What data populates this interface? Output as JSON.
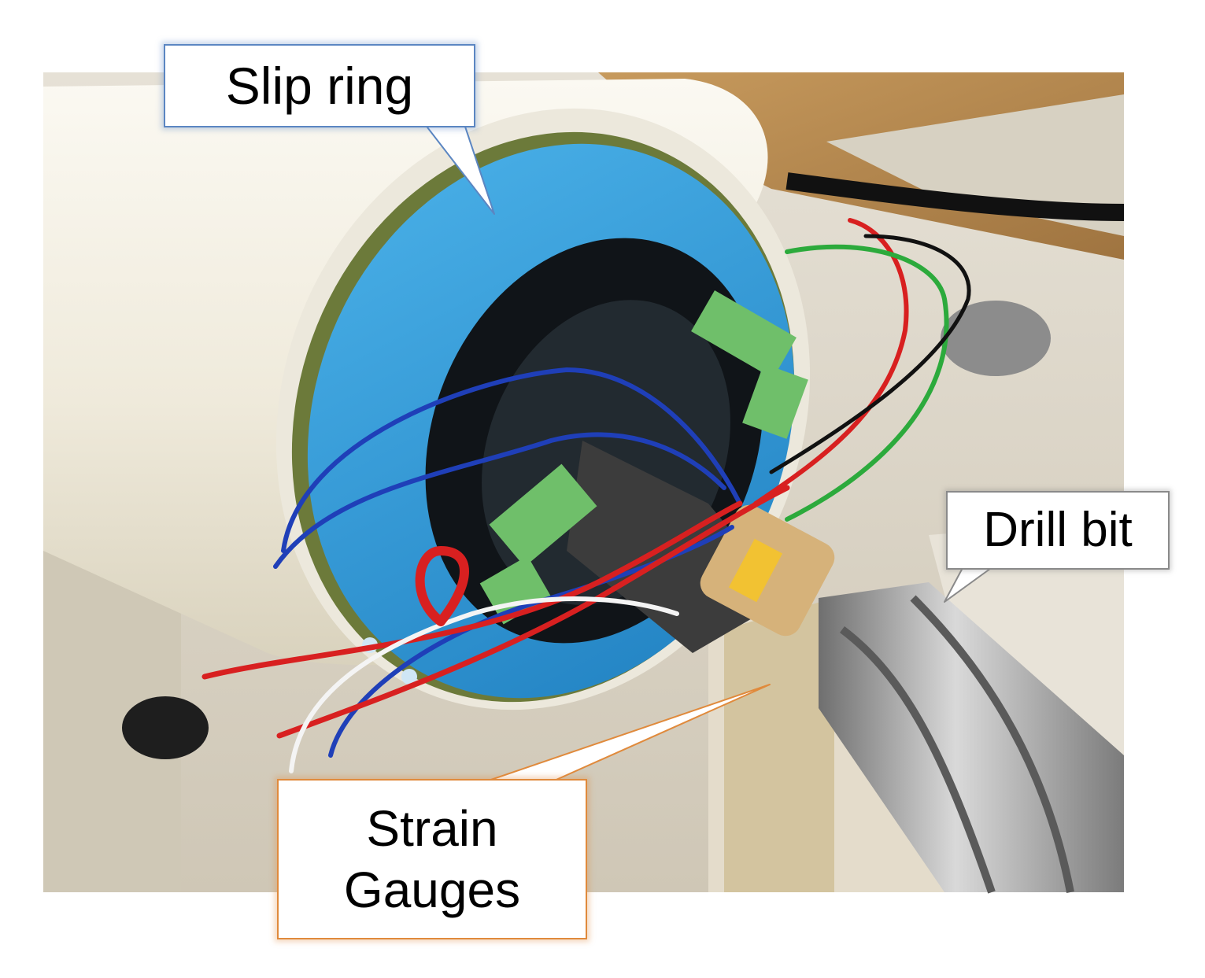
{
  "labels": {
    "slip_ring": "Slip ring",
    "drill_bit": "Drill bit",
    "strain_gauges_line1": "Strain",
    "strain_gauges_line2": "Gauges"
  },
  "colors": {
    "slip_ring_border": "#5b86c2",
    "drill_bit_border": "#8a8a8a",
    "strain_gauges_border": "#e08a3c",
    "slip_ring_body": "#2f9ad8",
    "tube": "#f2efe6",
    "wood": "#b8894f"
  }
}
